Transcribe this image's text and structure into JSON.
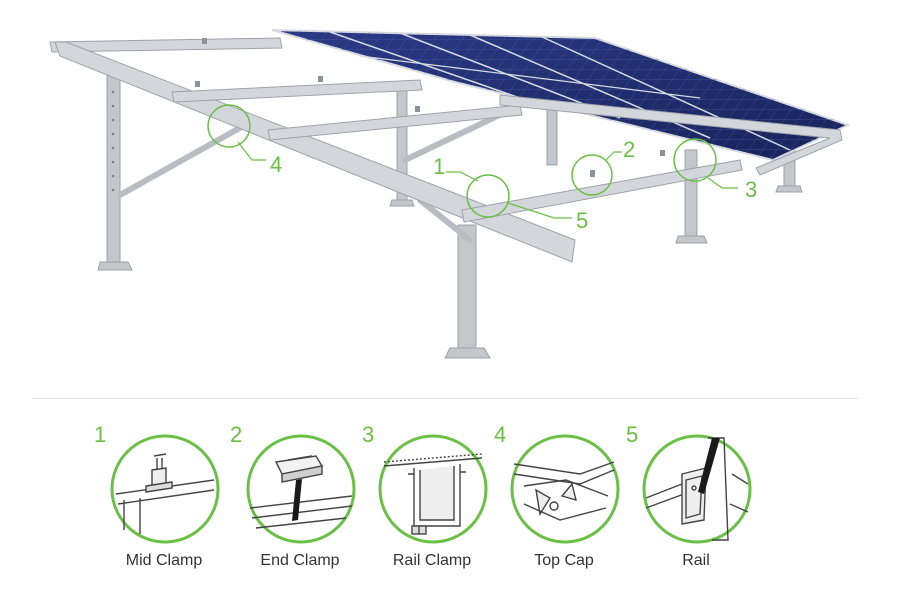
{
  "callouts": [
    "1",
    "2",
    "3",
    "4",
    "5"
  ],
  "parts": [
    {
      "number": "1",
      "label": "Mid Clamp"
    },
    {
      "number": "2",
      "label": "End Clamp"
    },
    {
      "number": "3",
      "label": "Rail Clamp"
    },
    {
      "number": "4",
      "label": "Top Cap"
    },
    {
      "number": "5",
      "label": "Rail"
    }
  ],
  "colors": {
    "accent": "#6abf45",
    "panel": "#1f2f73",
    "frame": "#c9ccd1",
    "frame_shadow": "#9ea3aa",
    "label": "#333333"
  }
}
